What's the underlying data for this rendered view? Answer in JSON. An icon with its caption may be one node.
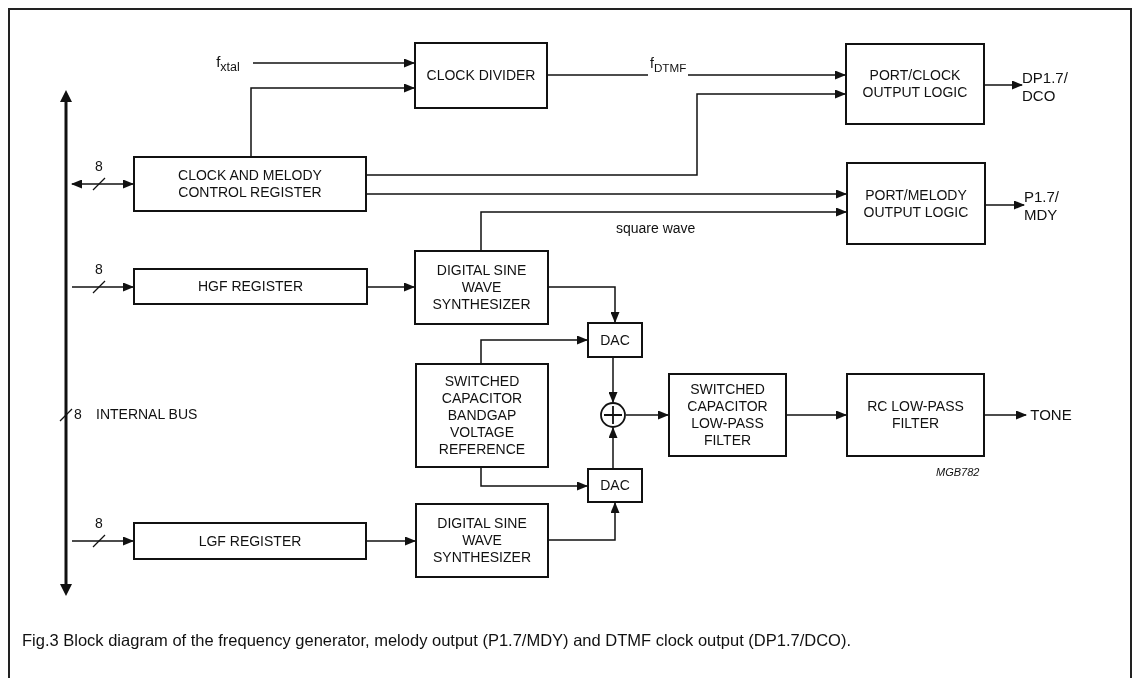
{
  "diagram": {
    "caption": "Fig.3  Block diagram of the frequency generator, melody output (P1.7/MDY) and DTMF clock output (DP1.7/DCO).",
    "nodes": [
      {
        "text": [
          "f$_{xtal}$"
        ]
      },
      {
        "text": [
          "CLOCK DIVIDER"
        ]
      },
      {
        "text": [
          "PORT/CLOCK OUTPUT LOGIC"
        ]
      },
      {
        "text": [
          "DP1.7/ DCO"
        ]
      },
      {
        "text": [],
        "shape": "bar",
        "beside": [
          "8",
          "INTERNAL BUS"
        ]
      },
      {
        "text": [
          "CLOCK AND MELODY CONTROL REGISTER"
        ]
      },
      {
        "text": [
          "PORT/MELODY OUTPUT LOGIC"
        ]
      },
      {
        "text": [
          "P1.7/ MDY"
        ]
      },
      {
        "text": [
          "HGF REGISTER"
        ]
      },
      {
        "text": [
          "DIGITAL SINE WAVE SYNTHESIZER"
        ]
      },
      {
        "text": [
          "DAC"
        ]
      },
      {
        "text": [
          "SWITCHED CAPACITOR BANDGAP VOLTAGE REFERENCE"
        ]
      },
      {
        "text": [],
        "shape": "circle"
      },
      {
        "text": [
          "SWITCHED CAPACITOR LOW-PASS FILTER"
        ]
      },
      {
        "text": [
          "RC LOW-PASS FILTER"
        ]
      },
      {
        "text": [
          "TONE"
        ]
      },
      {
        "text": [
          "DAC"
        ]
      },
      {
        "text": [
          "LGF REGISTER"
        ]
      },
      {
        "text": [
          "DIGITAL SINE WAVE SYNTHESIZER"
        ]
      }
    ],
    "edges": [
      {
        "from": 0,
        "to": 1,
        "arrow": "to"
      },
      {
        "from": 5,
        "to": 1,
        "arrow": "to"
      },
      {
        "from": 1,
        "to": 2,
        "arrow": "to",
        "label": "f$_{DTMF}$"
      },
      {
        "from": 5,
        "to": 2,
        "arrow": "to"
      },
      {
        "from": 5,
        "to": 6,
        "arrow": "to"
      },
      {
        "from": 9,
        "to": 6,
        "arrow": "to",
        "label": "square wave"
      },
      {
        "from": 2,
        "to": 3,
        "arrow": "to"
      },
      {
        "from": 6,
        "to": 7,
        "arrow": "to"
      },
      {
        "from": 4,
        "to": 5,
        "arrow": "both",
        "label": "8"
      },
      {
        "from": 4,
        "to": 8,
        "arrow": "to",
        "label": "8"
      },
      {
        "from": 8,
        "to": 9,
        "arrow": "to"
      },
      {
        "from": 9,
        "to": 10,
        "arrow": "to"
      },
      {
        "from": 11,
        "to": 10,
        "arrow": "to"
      },
      {
        "from": 10,
        "to": 12,
        "arrow": "to"
      },
      {
        "from": 16,
        "to": 12,
        "arrow": "to"
      },
      {
        "from": 11,
        "to": 16,
        "arrow": "to"
      },
      {
        "from": 12,
        "to": 13,
        "arrow": "to"
      },
      {
        "from": 13,
        "to": 14,
        "arrow": "to"
      },
      {
        "from": 14,
        "to": 15,
        "arrow": "to"
      },
      {
        "from": 4,
        "to": 17,
        "arrow": "to",
        "label": "8"
      },
      {
        "from": 17,
        "to": 18,
        "arrow": "to"
      },
      {
        "from": 18,
        "to": 16,
        "arrow": "to"
      }
    ],
    "labels": [
      "MGB782"
    ]
  }
}
